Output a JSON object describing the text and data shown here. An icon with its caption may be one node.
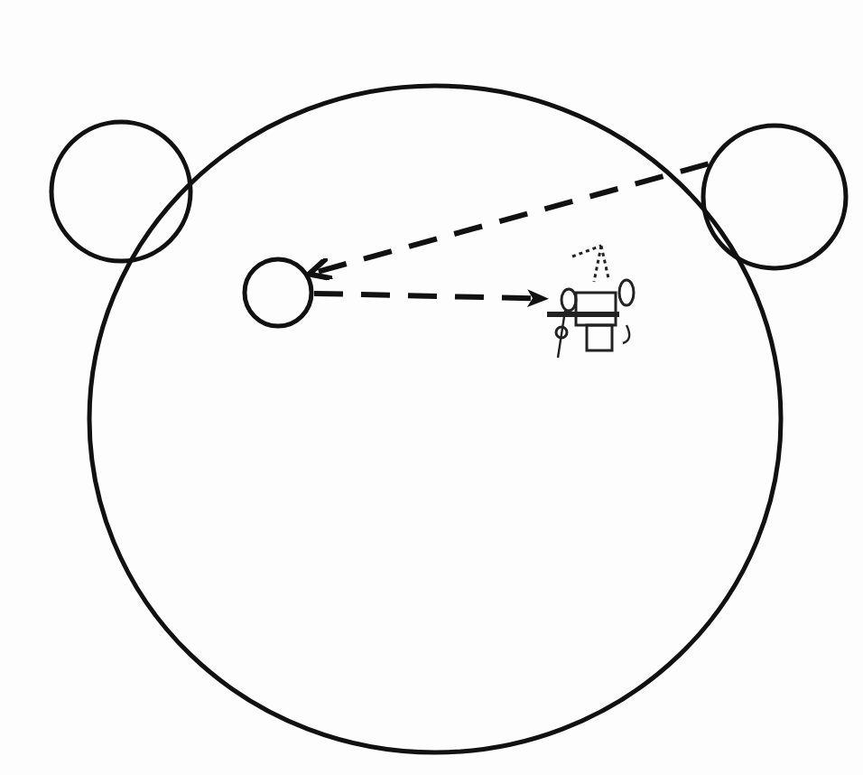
{
  "diagram": {
    "nodes": [
      {
        "text": [],
        "shape": "circle"
      },
      {
        "text": [],
        "shape": "circle"
      },
      {
        "text": [],
        "shape": "circle"
      },
      {
        "text": [],
        "shape": "circle",
        "in": 0
      },
      {
        "text": [],
        "shape": "picture",
        "in": 0
      }
    ],
    "edges": [
      {
        "from": 3,
        "to": 4,
        "arrow": "to",
        "style": "dashed"
      },
      {
        "from": 2,
        "to": 3,
        "arrow": "to",
        "style": "dashed"
      }
    ]
  }
}
